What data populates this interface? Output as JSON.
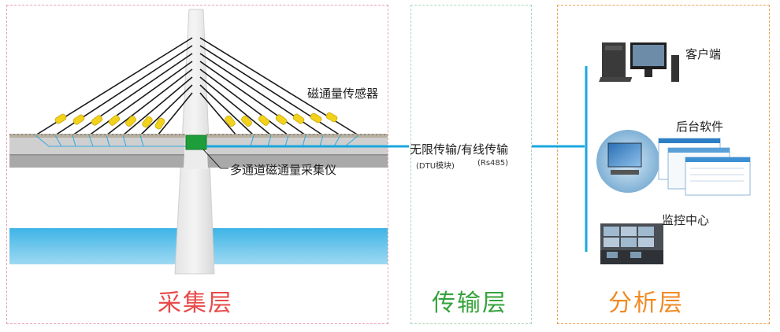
{
  "layers": {
    "collect": "采集层",
    "transfer": "传输层",
    "analysis": "分析层"
  },
  "labels": {
    "sensor": "磁通量传感器",
    "collector": "多通道磁通量采集仪",
    "transmission": "无限传输/有线传输",
    "dtu": "(DTU模块)",
    "rs485": "(Rs485)",
    "client": "客户端",
    "backend": "后台软件",
    "monitor": "监控中心"
  },
  "colors": {
    "collect": "#e84a4a",
    "transfer": "#36a33c",
    "analysis": "#f08a24",
    "link": "#1aa7dc",
    "sensor": "#f2d21b",
    "collector_box": "#1e9e3a"
  },
  "icons": {
    "client": "desktop-computer-icon",
    "backend": "software-screens-icon",
    "monitor": "control-room-icon"
  }
}
